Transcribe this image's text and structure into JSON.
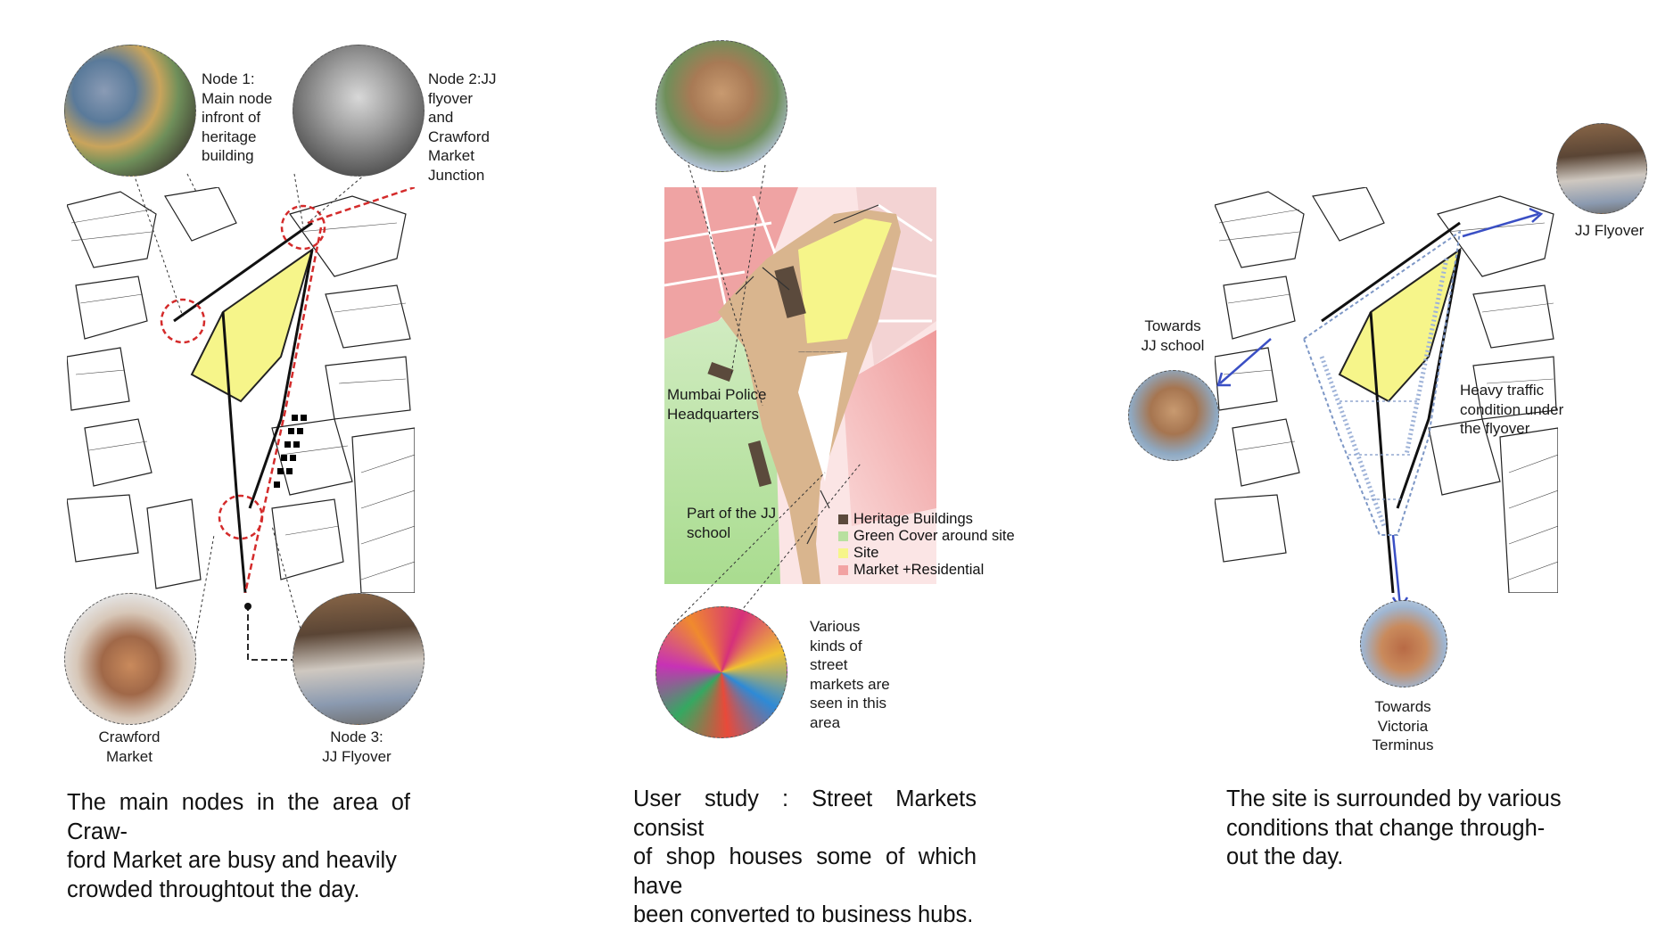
{
  "panels": {
    "left": {
      "node1_label": "Node 1:\nMain node\ninfront of\nheritage\nbuilding",
      "node2_label": "Node 2:JJ\nflyover and\nCrawford\nMarket\nJunction",
      "crawford_label": "Crawford\nMarket",
      "node3_label": "Node 3:\nJJ Flyover",
      "caption": "The main nodes in the area of Craw-\nford Market are busy and heavily\ncrowded throughtout the day."
    },
    "middle": {
      "police_label": "Mumbai Police\nHeadquarters",
      "school_label": "Part of the JJ\nschool",
      "markets_label": "Various\nkinds of\nstreet\nmarkets are\nseen in this\narea",
      "legend": [
        {
          "label": "Heritage Buildings",
          "color": "#5b4a3c"
        },
        {
          "label": "Green Cover around site",
          "color": "#b8e0a0"
        },
        {
          "label": "Site",
          "color": "#f6f58a"
        },
        {
          "label": "Market +Residential",
          "color": "#f2a3a3"
        }
      ],
      "caption": "User study : Street Markets consist\nof shop houses some of which have\nbeen converted to business hubs."
    },
    "right": {
      "flyover_label": "JJ Flyover",
      "school_label": "Towards\nJJ school",
      "traffic_label": "Heavy traffic\ncondition under\nthe flyover",
      "victoria_label": "Towards\nVictoria\nTerminus",
      "caption": "The site is surrounded by various\nconditions that change through-\nout the day."
    }
  },
  "colors": {
    "site": "#f6f58a",
    "market": "#f2a3a3",
    "green": "#b8e0a0",
    "road": "#d9b58e",
    "heritage": "#5b4a3c",
    "node_red": "#d42b2b",
    "arrow_blue": "#3a4fc4"
  }
}
